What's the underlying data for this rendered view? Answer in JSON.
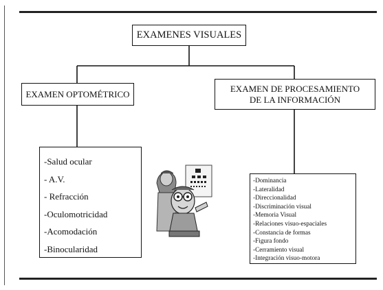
{
  "title": "EXAMENES VISUALES",
  "left_branch": {
    "label": "EXAMEN OPTOMÉTRICO",
    "items": [
      "-Salud ocular",
      "- A.V.",
      "- Refracción",
      "-Oculomotricidad",
      "-Acomodación",
      "-Binocularidad"
    ]
  },
  "right_branch": {
    "label": "EXAMEN DE PROCESAMIENTO\nDE LA INFORMACIÓN",
    "items": [
      "-Dominancia",
      "-Lateralidad",
      "-Direccionalidad",
      "-Discriminación visual",
      "-Memoria Visual",
      "-Relaciones visuo-espaciales",
      "-Constancia de formas",
      "-Figura fondo",
      "-Cerramiento visual",
      "-Integración visuo-motora"
    ]
  },
  "clipart": "eye-exam-cartoon"
}
